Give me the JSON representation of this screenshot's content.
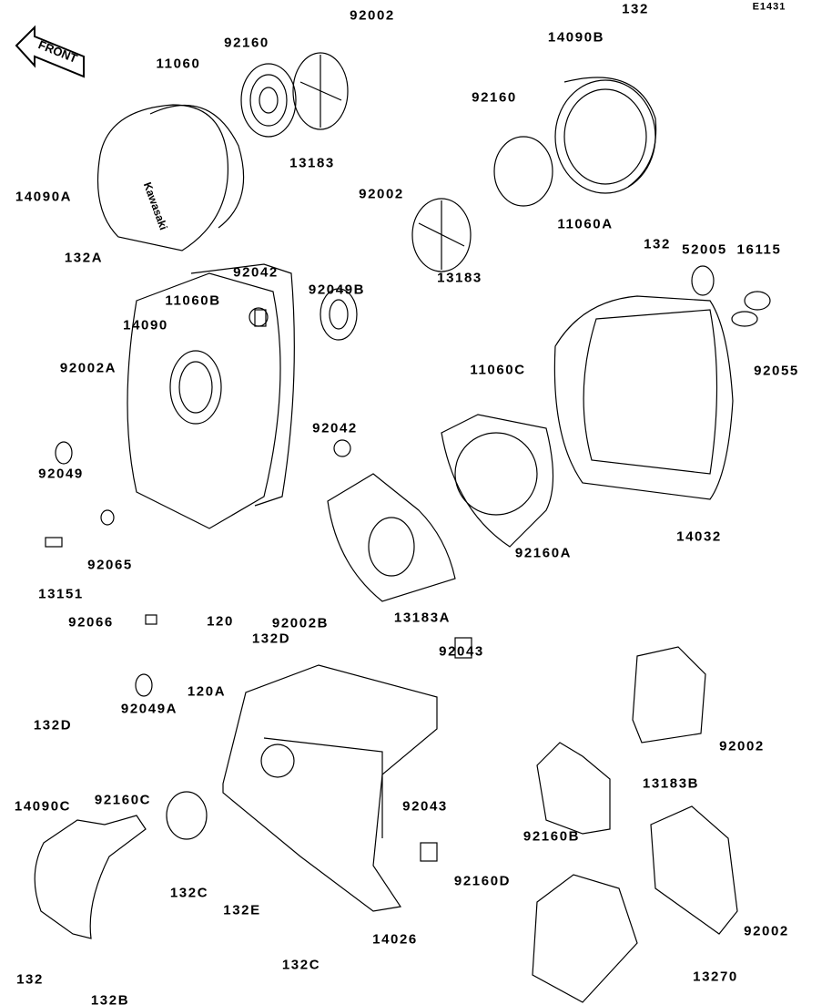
{
  "diagram_code": "E1431",
  "front_logo": "FRONT",
  "labels": [
    "11060",
    "92160",
    "92002",
    "13183",
    "132",
    "14090B",
    "92160",
    "92002",
    "11060A",
    "13183",
    "14090A",
    "132A",
    "92042",
    "11060B",
    "92049B",
    "14090",
    "132",
    "52005",
    "16115",
    "11060C",
    "92055",
    "92002A",
    "92042",
    "92049",
    "92065",
    "13151",
    "92066",
    "120",
    "92002B",
    "13183A",
    "92160A",
    "14032",
    "132D",
    "92043",
    "120A",
    "92049A",
    "132D",
    "13183B",
    "92002",
    "14090C",
    "92160C",
    "92043",
    "92160B",
    "92160D",
    "132C",
    "132E",
    "14026",
    "92002",
    "132",
    "132C",
    "13270",
    "132B"
  ],
  "cover_logo_text": "Kawasaki"
}
